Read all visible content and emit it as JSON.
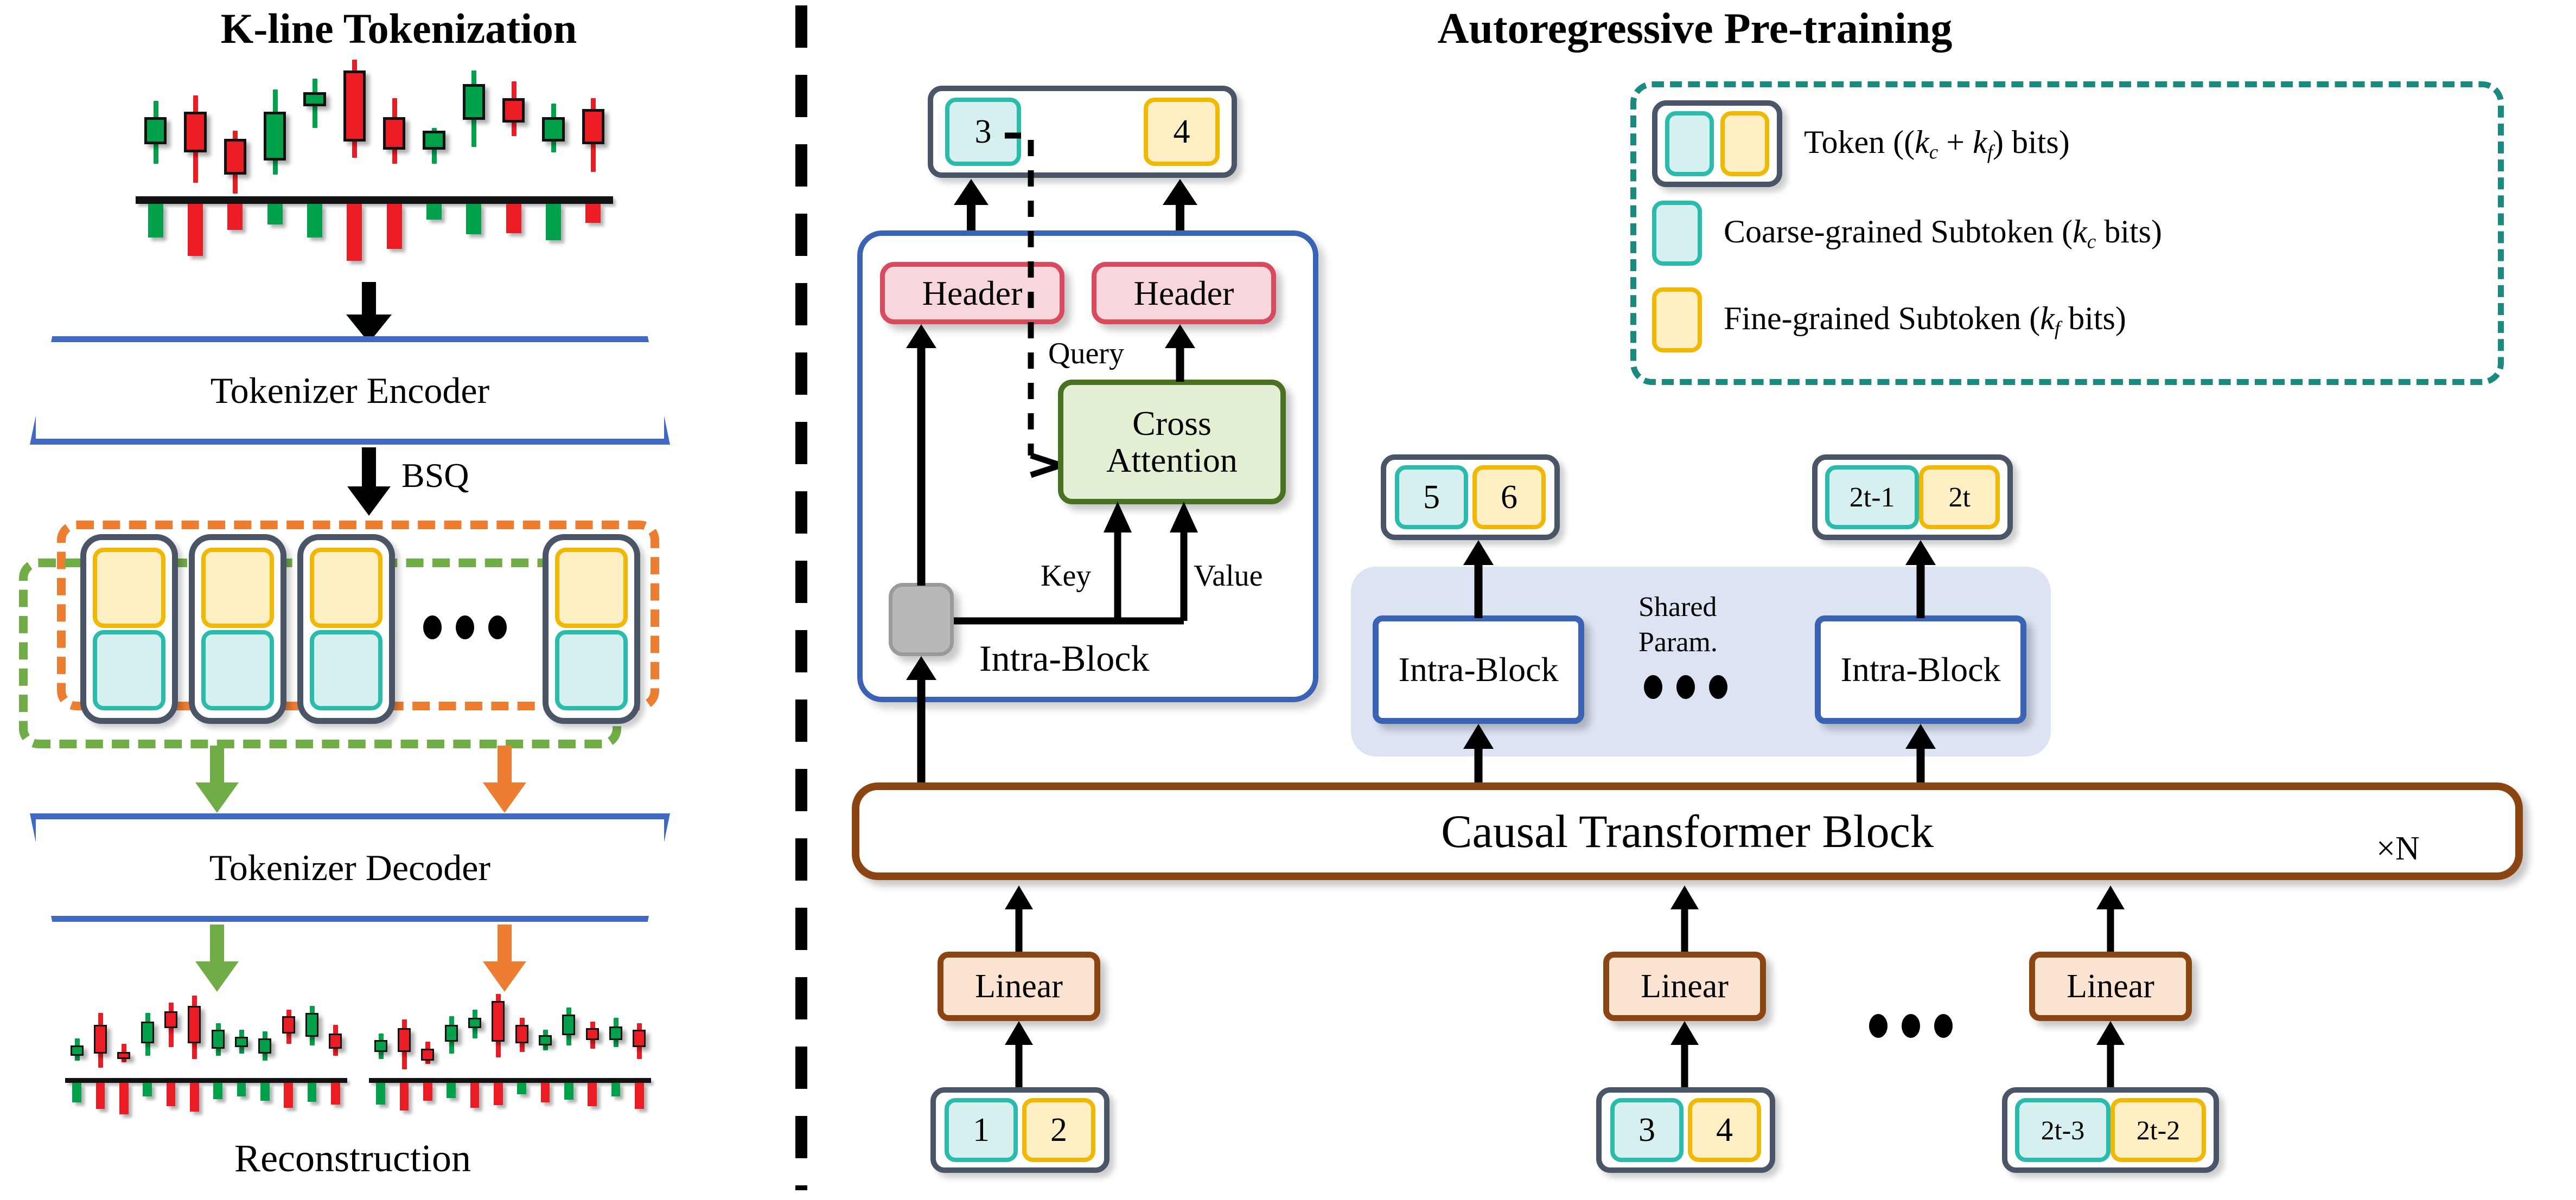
{
  "panels": {
    "left_title": "K-line Tokenization",
    "right_title": "Autoregressive Pre-training"
  },
  "left": {
    "bsq_label": "BSQ",
    "encoder_label": "Tokenizer Encoder",
    "decoder_label": "Tokenizer Decoder",
    "reconstruction_label": "Reconstruction",
    "ellipsis": "• • •",
    "token_count_shown": 4,
    "group_boxes": [
      {
        "name": "fine-grained-group",
        "color": "#ED7D31",
        "style": "dashed"
      },
      {
        "name": "coarse-grained-group",
        "color": "#70AD47",
        "style": "dashed"
      }
    ]
  },
  "right": {
    "output_token": {
      "coarse": "3",
      "fine": "4"
    },
    "headers": [
      "Header",
      "Header"
    ],
    "cross_attention_label": "Cross\nAttention",
    "cross_attention_line1": "Cross",
    "cross_attention_line2": "Attention",
    "query_label": "Query",
    "key_label": "Key",
    "value_label": "Value",
    "intra_block_label": "Intra-Block",
    "shared_param_line1": "Shared",
    "shared_param_line2": "Param.",
    "causal_block_label": "Causal Transformer Block",
    "repeat_label": "×N",
    "linear_label": "Linear",
    "output_tokens": [
      {
        "coarse": "5",
        "fine": "6"
      },
      {
        "coarse": "2t-1",
        "fine": "2t"
      }
    ],
    "input_tokens": [
      {
        "coarse": "1",
        "fine": "2"
      },
      {
        "coarse": "3",
        "fine": "4"
      },
      {
        "coarse": "2t-3",
        "fine": "2t-2"
      }
    ],
    "intra_blocks": [
      "Intra-Block",
      "Intra-Block"
    ],
    "linears": [
      "Linear",
      "Linear",
      "Linear"
    ]
  },
  "legend": {
    "items": [
      {
        "name": "token",
        "text_pre": "Token ((",
        "sym1": "k",
        "sub1": "c",
        "mid": " + ",
        "sym2": "k",
        "sub2": "f",
        "text_post": ") bits)"
      },
      {
        "name": "coarse-subtoken",
        "text_pre": "Coarse-grained Subtoken (",
        "sym1": "k",
        "sub1": "c",
        "mid": "",
        "sym2": "",
        "sub2": "",
        "text_post": " bits)"
      },
      {
        "name": "fine-subtoken",
        "text_pre": "Fine-grained Subtoken (",
        "sym1": "k",
        "sub1": "f",
        "mid": "",
        "sym2": "",
        "sub2": "",
        "text_post": " bits)"
      }
    ]
  },
  "colors": {
    "coarse_fill": "#D5F0EE",
    "coarse_border": "#2BBBAD",
    "fine_fill": "#FDEEC3",
    "fine_border": "#F0B800",
    "token_border": "#4A5568",
    "header_fill": "#F8D7DC",
    "header_border": "#D94A5E",
    "cross_fill": "#E3EFD3",
    "cross_border": "#4A7023",
    "linear_fill": "#FAE3D0",
    "linear_border": "#8B4513",
    "intra_border": "#3A62B5",
    "shared_band": "#DCE3F2",
    "trapezoid_border": "#4069C4",
    "legend_border": "#1B8A7E",
    "orange_group": "#ED7D31",
    "green_group": "#70AD47",
    "candle_up": "#00A14B",
    "candle_down": "#EC1C24"
  },
  "chart_data": {
    "type": "candlestick",
    "title": "K-line Tokenization",
    "source_series": {
      "name": "original",
      "bars": [
        {
          "dir": "up",
          "low": 24,
          "open": 38,
          "close": 58,
          "high": 70
        },
        {
          "dir": "down",
          "low": 10,
          "open": 62,
          "close": 32,
          "high": 74
        },
        {
          "dir": "down",
          "low": 2,
          "open": 42,
          "close": 16,
          "high": 48
        },
        {
          "dir": "up",
          "low": 16,
          "open": 26,
          "close": 62,
          "high": 78
        },
        {
          "dir": "up",
          "low": 50,
          "open": 66,
          "close": 76,
          "high": 86
        },
        {
          "dir": "down",
          "low": 28,
          "open": 92,
          "close": 40,
          "high": 100
        },
        {
          "dir": "down",
          "low": 24,
          "open": 58,
          "close": 34,
          "high": 72
        },
        {
          "dir": "up",
          "low": 24,
          "open": 34,
          "close": 48,
          "high": 50
        },
        {
          "dir": "up",
          "low": 36,
          "open": 56,
          "close": 82,
          "high": 92
        },
        {
          "dir": "down",
          "low": 44,
          "open": 72,
          "close": 54,
          "high": 84
        },
        {
          "dir": "up",
          "low": 32,
          "open": 40,
          "close": 58,
          "high": 68
        },
        {
          "dir": "down",
          "low": 18,
          "open": 64,
          "close": 38,
          "high": 72
        }
      ],
      "volumes": [
        {
          "dir": "up",
          "v": 46
        },
        {
          "dir": "down",
          "v": 72
        },
        {
          "dir": "down",
          "v": 36
        },
        {
          "dir": "up",
          "v": 28
        },
        {
          "dir": "up",
          "v": 46
        },
        {
          "dir": "down",
          "v": 78
        },
        {
          "dir": "down",
          "v": 62
        },
        {
          "dir": "up",
          "v": 22
        },
        {
          "dir": "up",
          "v": 42
        },
        {
          "dir": "down",
          "v": 40
        },
        {
          "dir": "up",
          "v": 50
        },
        {
          "dir": "down",
          "v": 26
        }
      ]
    },
    "reconstruction_left": {
      "name": "reconstruction-1",
      "bars": [
        {
          "dir": "up",
          "low": 20,
          "open": 26,
          "close": 38,
          "high": 46
        },
        {
          "dir": "down",
          "low": 12,
          "open": 62,
          "close": 28,
          "high": 76
        },
        {
          "dir": "down",
          "low": 18,
          "open": 30,
          "close": 22,
          "high": 40
        },
        {
          "dir": "up",
          "low": 26,
          "open": 40,
          "close": 66,
          "high": 76
        },
        {
          "dir": "down",
          "low": 36,
          "open": 78,
          "close": 58,
          "high": 88
        },
        {
          "dir": "down",
          "low": 22,
          "open": 84,
          "close": 40,
          "high": 96
        },
        {
          "dir": "up",
          "low": 26,
          "open": 34,
          "close": 56,
          "high": 64
        },
        {
          "dir": "up",
          "low": 28,
          "open": 36,
          "close": 48,
          "high": 56
        },
        {
          "dir": "up",
          "low": 20,
          "open": 28,
          "close": 46,
          "high": 54
        },
        {
          "dir": "down",
          "low": 40,
          "open": 72,
          "close": 52,
          "high": 80
        },
        {
          "dir": "up",
          "low": 38,
          "open": 48,
          "close": 76,
          "high": 84
        },
        {
          "dir": "down",
          "low": 26,
          "open": 52,
          "close": 34,
          "high": 62
        }
      ],
      "volumes": [
        {
          "dir": "up",
          "v": 44
        },
        {
          "dir": "down",
          "v": 58
        },
        {
          "dir": "down",
          "v": 70
        },
        {
          "dir": "up",
          "v": 30
        },
        {
          "dir": "down",
          "v": 52
        },
        {
          "dir": "down",
          "v": 64
        },
        {
          "dir": "up",
          "v": 36
        },
        {
          "dir": "up",
          "v": 30
        },
        {
          "dir": "up",
          "v": 40
        },
        {
          "dir": "down",
          "v": 56
        },
        {
          "dir": "up",
          "v": 42
        },
        {
          "dir": "down",
          "v": 48
        }
      ]
    },
    "reconstruction_right": {
      "name": "reconstruction-2",
      "bars": [
        {
          "dir": "up",
          "low": 22,
          "open": 30,
          "close": 44,
          "high": 52
        },
        {
          "dir": "down",
          "low": 10,
          "open": 58,
          "close": 30,
          "high": 68
        },
        {
          "dir": "down",
          "low": 16,
          "open": 34,
          "close": 20,
          "high": 42
        },
        {
          "dir": "up",
          "low": 28,
          "open": 42,
          "close": 62,
          "high": 72
        },
        {
          "dir": "up",
          "low": 46,
          "open": 58,
          "close": 70,
          "high": 80
        },
        {
          "dir": "down",
          "low": 24,
          "open": 90,
          "close": 42,
          "high": 98
        },
        {
          "dir": "down",
          "low": 30,
          "open": 62,
          "close": 40,
          "high": 70
        },
        {
          "dir": "up",
          "low": 32,
          "open": 38,
          "close": 50,
          "high": 56
        },
        {
          "dir": "up",
          "low": 38,
          "open": 50,
          "close": 74,
          "high": 82
        },
        {
          "dir": "down",
          "low": 34,
          "open": 58,
          "close": 44,
          "high": 66
        },
        {
          "dir": "up",
          "low": 36,
          "open": 44,
          "close": 60,
          "high": 70
        },
        {
          "dir": "down",
          "low": 22,
          "open": 56,
          "close": 36,
          "high": 64
        }
      ],
      "volumes": [
        {
          "dir": "up",
          "v": 48
        },
        {
          "dir": "down",
          "v": 62
        },
        {
          "dir": "down",
          "v": 40
        },
        {
          "dir": "up",
          "v": 34
        },
        {
          "dir": "down",
          "v": 56
        },
        {
          "dir": "down",
          "v": 50
        },
        {
          "dir": "up",
          "v": 26
        },
        {
          "dir": "down",
          "v": 44
        },
        {
          "dir": "up",
          "v": 38
        },
        {
          "dir": "down",
          "v": 52
        },
        {
          "dir": "up",
          "v": 30
        },
        {
          "dir": "down",
          "v": 58
        }
      ]
    }
  }
}
